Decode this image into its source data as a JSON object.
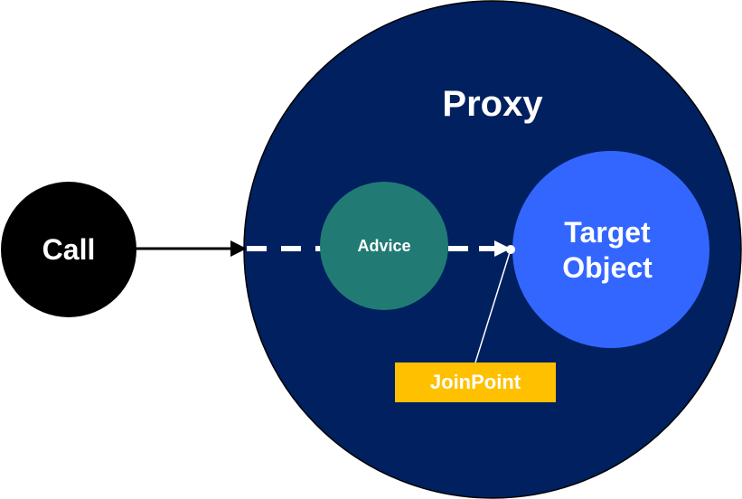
{
  "diagram": {
    "proxy": {
      "label": "Proxy",
      "color": "#002060"
    },
    "call": {
      "label": "Call",
      "color": "#000000"
    },
    "advice": {
      "label": "Advice",
      "color": "#217B74"
    },
    "target": {
      "line1": "Target",
      "line2": "Object",
      "color": "#3366FF"
    },
    "joinpoint": {
      "label": "JoinPoint",
      "color": "#FFC000"
    },
    "text_color": "#FFFFFF"
  }
}
